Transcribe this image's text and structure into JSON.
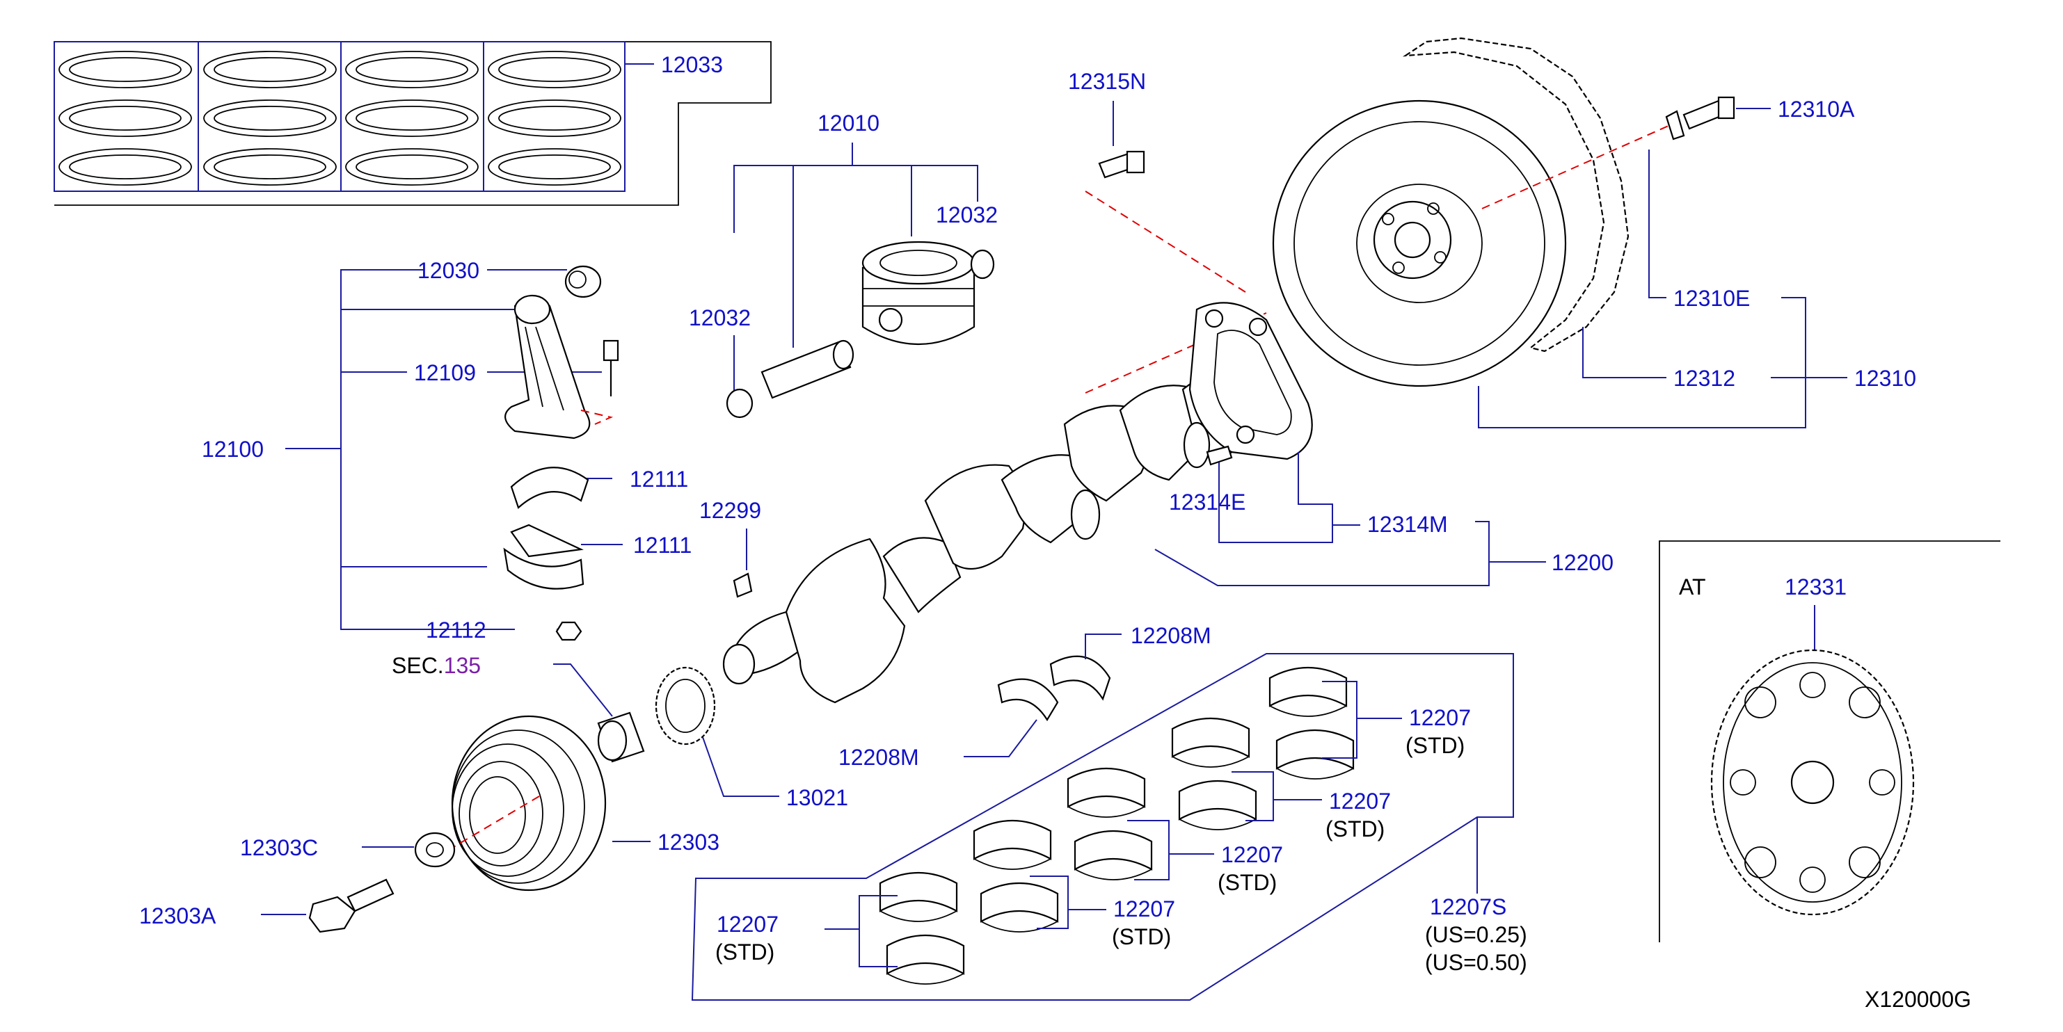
{
  "labels": {
    "l12033": "12033",
    "l12010": "12010",
    "l12032a": "12032",
    "l12032b": "12032",
    "l12030": "12030",
    "l12109": "12109",
    "l12100": "12100",
    "l12111a": "12111",
    "l12111b": "12111",
    "l12112": "12112",
    "l12299": "12299",
    "sec_prefix": "SEC.",
    "sec_num": "135",
    "l12315N": "12315N",
    "l12310A": "12310A",
    "l12310E": "12310E",
    "l12312": "12312",
    "l12310": "12310",
    "l12314E": "12314E",
    "l12314M": "12314M",
    "l12200": "12200",
    "l12208Ma": "12208M",
    "l12208Mb": "12208M",
    "l13021": "13021",
    "l12303": "12303",
    "l12303C": "12303C",
    "l12303A": "12303A",
    "l12207a": "12207",
    "l12207b": "12207",
    "l12207c": "12207",
    "l12207d": "12207",
    "l12207e": "12207",
    "std": "(STD)",
    "l12207S": "12207S",
    "us025": "(US=0.25)",
    "us050": "(US=0.50)",
    "at": "AT",
    "l12331": "12331",
    "code": "X120000G"
  },
  "colors": {
    "label": "#1010c8",
    "leader": "#1a1aa0",
    "dashed": "#e00000",
    "section_ref": "#7a1fa8"
  }
}
